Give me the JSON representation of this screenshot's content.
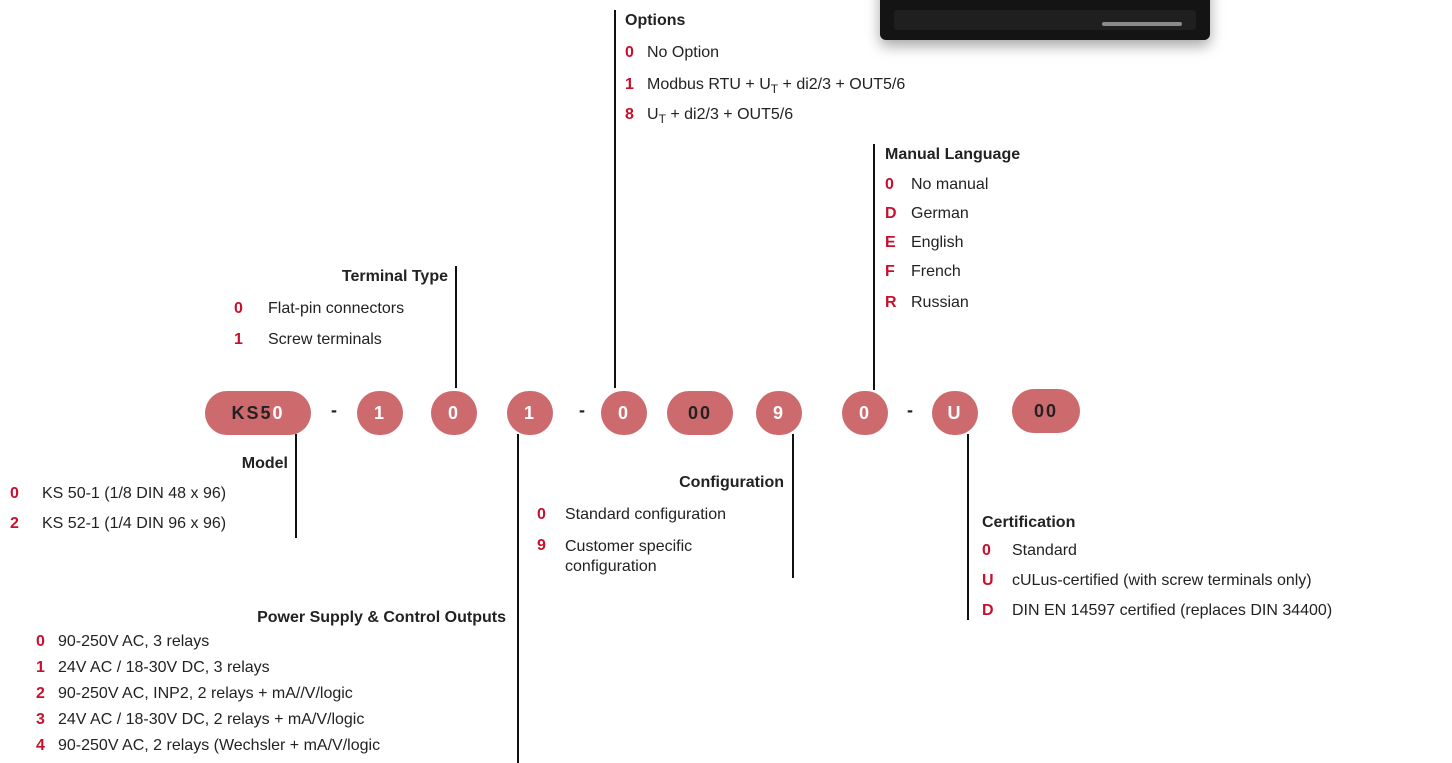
{
  "code_segments": [
    {
      "text": "KS5"
    },
    {
      "text": "0"
    },
    {
      "text": "-"
    },
    {
      "text": "1"
    },
    {
      "text": "0"
    },
    {
      "text": "1"
    },
    {
      "text": "-"
    },
    {
      "text": "0"
    },
    {
      "text": "00"
    },
    {
      "text": "9"
    },
    {
      "text": "0"
    },
    {
      "text": "-"
    },
    {
      "text": "U"
    },
    {
      "text": "00"
    }
  ],
  "options": {
    "title": "Options",
    "items": [
      {
        "code": "0",
        "label": "No Option"
      },
      {
        "code": "1",
        "label_pre": "Modbus RTU + U",
        "label_sub": "T",
        "label_post": " + di2/3 + OUT5/6"
      },
      {
        "code": "8",
        "label_pre": "U",
        "label_sub": "T",
        "label_post": " + di2/3 + OUT5/6"
      }
    ]
  },
  "manual_language": {
    "title": "Manual Language",
    "items": [
      {
        "code": "0",
        "label": "No manual"
      },
      {
        "code": "D",
        "label": "German"
      },
      {
        "code": "E",
        "label": "English"
      },
      {
        "code": "F",
        "label": "French"
      },
      {
        "code": "R",
        "label": "Russian"
      }
    ]
  },
  "terminal_type": {
    "title": "Terminal Type",
    "items": [
      {
        "code": "0",
        "label": "Flat-pin connectors"
      },
      {
        "code": "1",
        "label": "Screw terminals"
      }
    ]
  },
  "model": {
    "title": "Model",
    "items": [
      {
        "code": "0",
        "label": "KS 50-1 (1/8 DIN 48 x 96)"
      },
      {
        "code": "2",
        "label": "KS 52-1 (1/4 DIN 96 x 96)"
      }
    ]
  },
  "configuration": {
    "title": "Configuration",
    "items": [
      {
        "code": "0",
        "label": "Standard configuration"
      },
      {
        "code": "9",
        "label": "Customer specific",
        "label2": "configuration"
      }
    ]
  },
  "certification": {
    "title": "Certification",
    "items": [
      {
        "code": "0",
        "label": "Standard"
      },
      {
        "code": "U",
        "label": "cULus-certified (with screw terminals only)"
      },
      {
        "code": "D",
        "label": "DIN EN 14597 certified (replaces DIN 34400)"
      }
    ]
  },
  "power_supply": {
    "title": "Power Supply & Control Outputs",
    "items": [
      {
        "code": "0",
        "label": "90-250V AC, 3 relays"
      },
      {
        "code": "1",
        "label": "24V AC / 18-30V DC, 3 relays"
      },
      {
        "code": "2",
        "label": "90-250V AC, INP2, 2 relays + mA//V/logic"
      },
      {
        "code": "3",
        "label": "24V AC / 18-30V DC, 2 relays + mA/V/logic"
      },
      {
        "code": "4",
        "label": "90-250V AC, 2 relays (Wechsler + mA/V/logic"
      }
    ]
  },
  "colors": {
    "accent": "#c8102e",
    "pill": "#cd6a6e",
    "line": "#111111"
  }
}
